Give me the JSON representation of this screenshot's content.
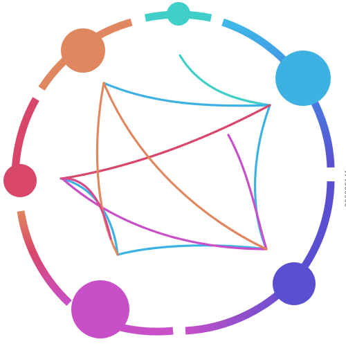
{
  "illustration": {
    "icon": "network-circle-icon",
    "colors": {
      "orange": "#e0875f",
      "teal": "#3fcfc8",
      "sky": "#3db8e8",
      "blue": "#4a88e0",
      "indigo": "#5a4fd0",
      "magenta": "#c84fc8",
      "pink": "#d84b8a",
      "crimson": "#d8466a",
      "rose": "#e04e79"
    },
    "nodes": [
      {
        "id": "orange-node",
        "color": "#e0875f"
      },
      {
        "id": "teal-node",
        "color": "#3fcfc8"
      },
      {
        "id": "sky-node",
        "color": "#3db2e2"
      },
      {
        "id": "indigo-node",
        "color": "#5a4fd0"
      },
      {
        "id": "magenta-node",
        "color": "#c84fc8"
      },
      {
        "id": "crimson-node",
        "color": "#d8466a"
      }
    ]
  },
  "watermark": {
    "stock_id": "366992141"
  }
}
